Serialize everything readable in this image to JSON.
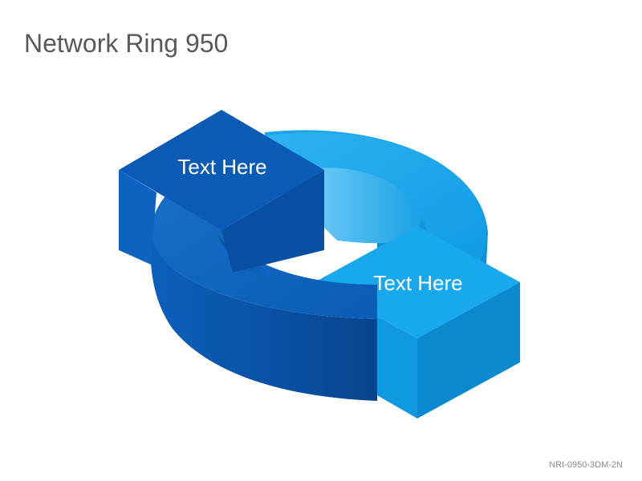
{
  "slide": {
    "title": "Network Ring 950",
    "code": "NRI-0950-3DM-2N"
  },
  "diagram": {
    "type": "two-arrow 3D ring",
    "segments": [
      {
        "label": "Text Here",
        "color": "#0A5BB5"
      },
      {
        "label": "Text Here",
        "color": "#1AA6EC"
      }
    ]
  }
}
